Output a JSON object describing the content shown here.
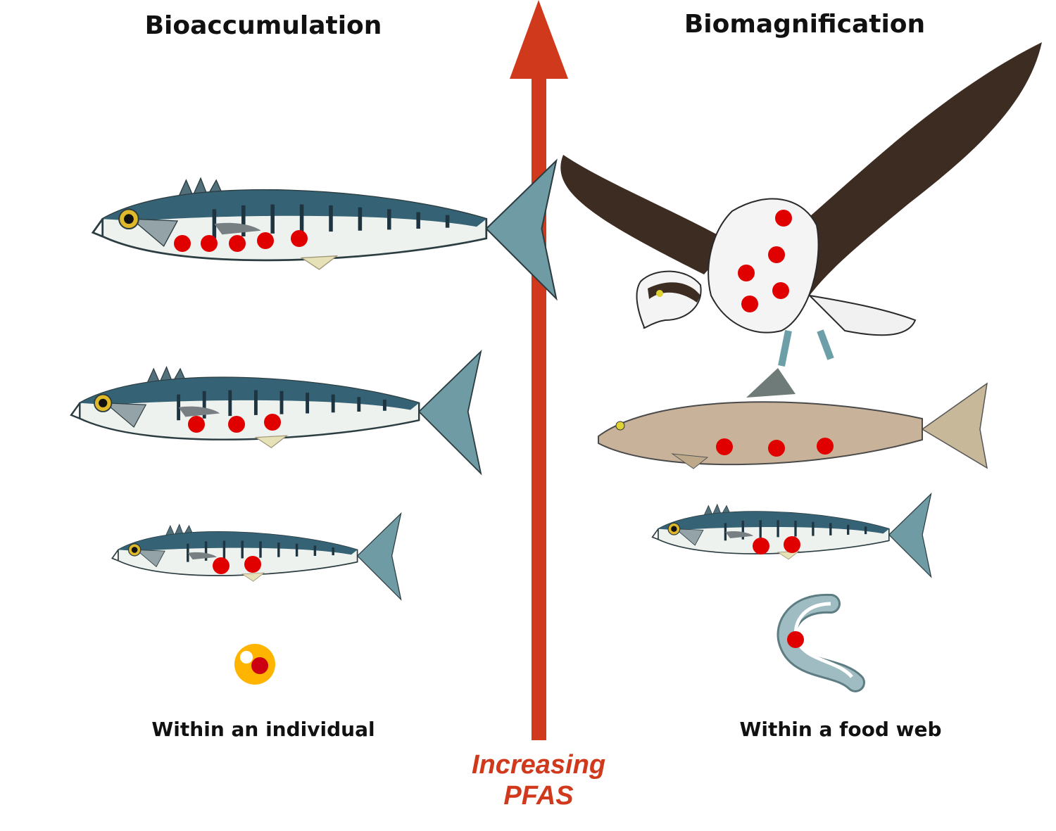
{
  "headings": {
    "left": "Bioaccumulation",
    "right": "Biomagnification"
  },
  "captions": {
    "left": "Within an individual",
    "right": "Within a food web"
  },
  "axis": {
    "line1": "Increasing",
    "line2": "PFAS"
  },
  "colors": {
    "arrow": "#d1391c",
    "arrow_label": "#d1391c",
    "pfas_dot": "#e00000",
    "mackerel_back": "#2e5a6e",
    "mackerel_belly": "#eef2ee",
    "salmon_body": "#c8b39a",
    "osprey_wing": "#3d2c22",
    "worm": "#9fbcc2",
    "prey_cell": "#ffb400"
  },
  "pfas_dots": {
    "bioaccumulation": {
      "cell": 1,
      "small_mackerel": 2,
      "medium_mackerel": 3,
      "large_mackerel": 5
    },
    "biomagnification": {
      "worm": 1,
      "mackerel": 2,
      "salmon": 3,
      "osprey": 5
    }
  },
  "icons": [
    "cell-icon",
    "mackerel-icon",
    "salmon-icon",
    "osprey-icon",
    "worm-icon",
    "up-arrow-icon"
  ]
}
